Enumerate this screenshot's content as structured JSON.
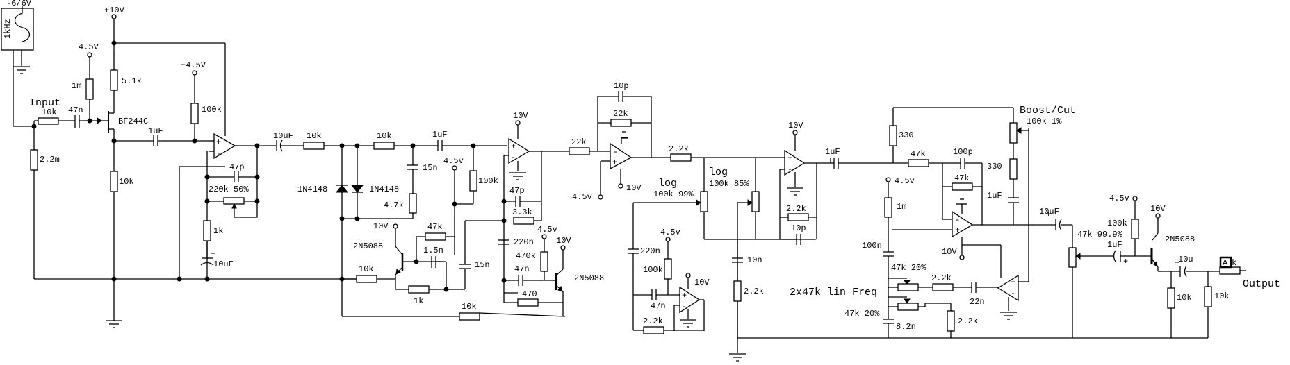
{
  "diagram": {
    "type": "circuit-schematic",
    "title": "Audio signal chain: JFET input, op-amp gain, diode clipper, filters, boost/cut EQ, output buffer",
    "sections": [
      {
        "name": "signal-source",
        "labels": [
          "-6/6V",
          "1kHz"
        ]
      },
      {
        "name": "input-stage",
        "labels": [
          "Input",
          "10k",
          "47n",
          "4.5V",
          "1m",
          "2.2m",
          "+10V",
          "5.1k",
          "BF244C",
          "10k",
          "1uF",
          "+4.5V",
          "100k"
        ]
      },
      {
        "name": "gain-stage",
        "labels": [
          "47p",
          "220k 50%",
          "1k",
          "10uF"
        ]
      },
      {
        "name": "clipper",
        "labels": [
          "10uF",
          "10k",
          "1N4148",
          "1N4148"
        ]
      },
      {
        "name": "tone-stage",
        "labels": [
          "10k",
          "1uF",
          "15n",
          "4.7k",
          "4.5v",
          "100k",
          "10V",
          "47k",
          "2N5088",
          "1.5n",
          "10k",
          "1k",
          "15n",
          "10k"
        ]
      },
      {
        "name": "buffer-op-amp",
        "labels": [
          "10V",
          "47p",
          "3.3k",
          "220n",
          "470k",
          "47n",
          "470",
          "4.5v",
          "10V",
          "2N5088"
        ]
      },
      {
        "name": "inverting-stage",
        "labels": [
          "22k",
          "10p",
          "22k",
          "4.5v",
          "10V",
          "2.2k"
        ]
      },
      {
        "name": "volume-pots",
        "labels": [
          "log",
          "100k 99%",
          "log",
          "100k 85%"
        ]
      },
      {
        "name": "lfo-stage",
        "labels": [
          "220n",
          "4.5v",
          "100k",
          "10V",
          "47n",
          "2.2k"
        ]
      },
      {
        "name": "output-op-amp",
        "labels": [
          "10V",
          "1uF",
          "2.2k",
          "10p",
          "10n",
          "2.2k"
        ]
      },
      {
        "name": "parametric-eq",
        "labels": [
          "330",
          "47k",
          "100p",
          "47k",
          "330",
          "4.5v",
          "1m",
          "100n",
          "10V",
          "1uF",
          "Boost/Cut",
          "100k 1%",
          "47k 20%",
          "2.2k",
          "22n",
          "47k 20%",
          "8.2n",
          "2.2k",
          "2x47k lin Freq"
        ]
      },
      {
        "name": "output-buffer",
        "labels": [
          "10uF",
          "47k 99.9%",
          "1uF",
          "4.5v",
          "100k",
          "10V",
          "2N5088",
          "10u",
          "10k",
          "10k",
          "Output"
        ]
      }
    ]
  },
  "labels": {
    "src_volt": "-6/6V",
    "src_freq": "1kHz",
    "input": "Input",
    "r_in": "10k",
    "c_in": "47n",
    "v45_a": "4.5V",
    "r_1m_a": "1m",
    "r_22m": "2.2m",
    "v10_top": "+10V",
    "r_51k": "5.1k",
    "jfet": "BF244C",
    "r_10k_src": "10k",
    "c_1uf_a": "1uF",
    "v45_b": "+4.5V",
    "r_100k_a": "100k",
    "c_47p_a": "47p",
    "pot_220k": "220k 50%",
    "r_1k_a": "1k",
    "c_10uf_a": "10uF",
    "c_10uf_b": "10uF",
    "r_10k_b": "10k",
    "d1": "1N4148",
    "d2": "1N4148",
    "r_10k_c": "10k",
    "c_1uf_b": "1uF",
    "c_15n_a": "15n",
    "r_47k_a": "4.7k",
    "v45_c": "4.5v",
    "r_100k_b": "100k",
    "v10_a": "10V",
    "q1": "2N5088",
    "r_47k_b": "47k",
    "c_15n_b": "1.5n",
    "r_10k_d": "10k",
    "r_1k_b": "1k",
    "c_15n_c": "15n",
    "r_10k_e": "10k",
    "v10_b": "10V",
    "c_47p_b": "47p",
    "r_33k": "3.3k",
    "c_220n_a": "220n",
    "v45_d": "4.5v",
    "r_470k": "470k",
    "v10_c": "10V",
    "c_47n_a": "47n",
    "r_470": "470",
    "q2": "2N5088",
    "r_22k_a": "22k",
    "c_10p_a": "10p",
    "r_22k_b": "22k",
    "v45_e": "4.5v",
    "v10_d": "10V",
    "r_22k_c": "2.2k",
    "pot_log1_type": "log",
    "pot_log1_val": "100k 99%",
    "pot_log2_type": "log",
    "pot_log2_val": "100k 85%",
    "c_220n_b": "220n",
    "v45_f": "4.5v",
    "r_100k_c": "100k",
    "v10_e": "10V",
    "c_47n_b": "47n",
    "r_22k_d": "2.2k",
    "v10_f": "10V",
    "c_1uf_c": "1uF",
    "r_22k_e": "2.2k",
    "c_10p_b": "10p",
    "c_10n": "10n",
    "r_22k_f": "2.2k",
    "r_330_a": "330",
    "r_47k_c": "47k",
    "c_100p": "100p",
    "r_47k_d": "47k",
    "r_330_b": "330",
    "v45_g": "4.5v",
    "r_1m_b": "1m",
    "c_100n": "100n",
    "v10_g": "10V",
    "c_1uf_d": "1uF",
    "boost_cut": "Boost/Cut",
    "pot_bc": "100k 1%",
    "pot_47k_a": "47k 20%",
    "r_22k_g": "2.2k",
    "c_22n": "22n",
    "pot_47k_b": "47k 20%",
    "c_82n": "8.2n",
    "r_22k_h": "2.2k",
    "freq_label": "2x47k lin Freq",
    "c_10uf_c": "10uF",
    "pot_out": "47k 99.9%",
    "c_1uf_e": "1uF",
    "v45_h": "4.5v",
    "r_100k_d": "100k",
    "v10_h": "10V",
    "q3": "2N5088",
    "c_10u": "10u",
    "r_10k_f": "10k",
    "r_10k_g": "10k",
    "probe": "A",
    "probe_suffix": "k",
    "output": "Output"
  }
}
